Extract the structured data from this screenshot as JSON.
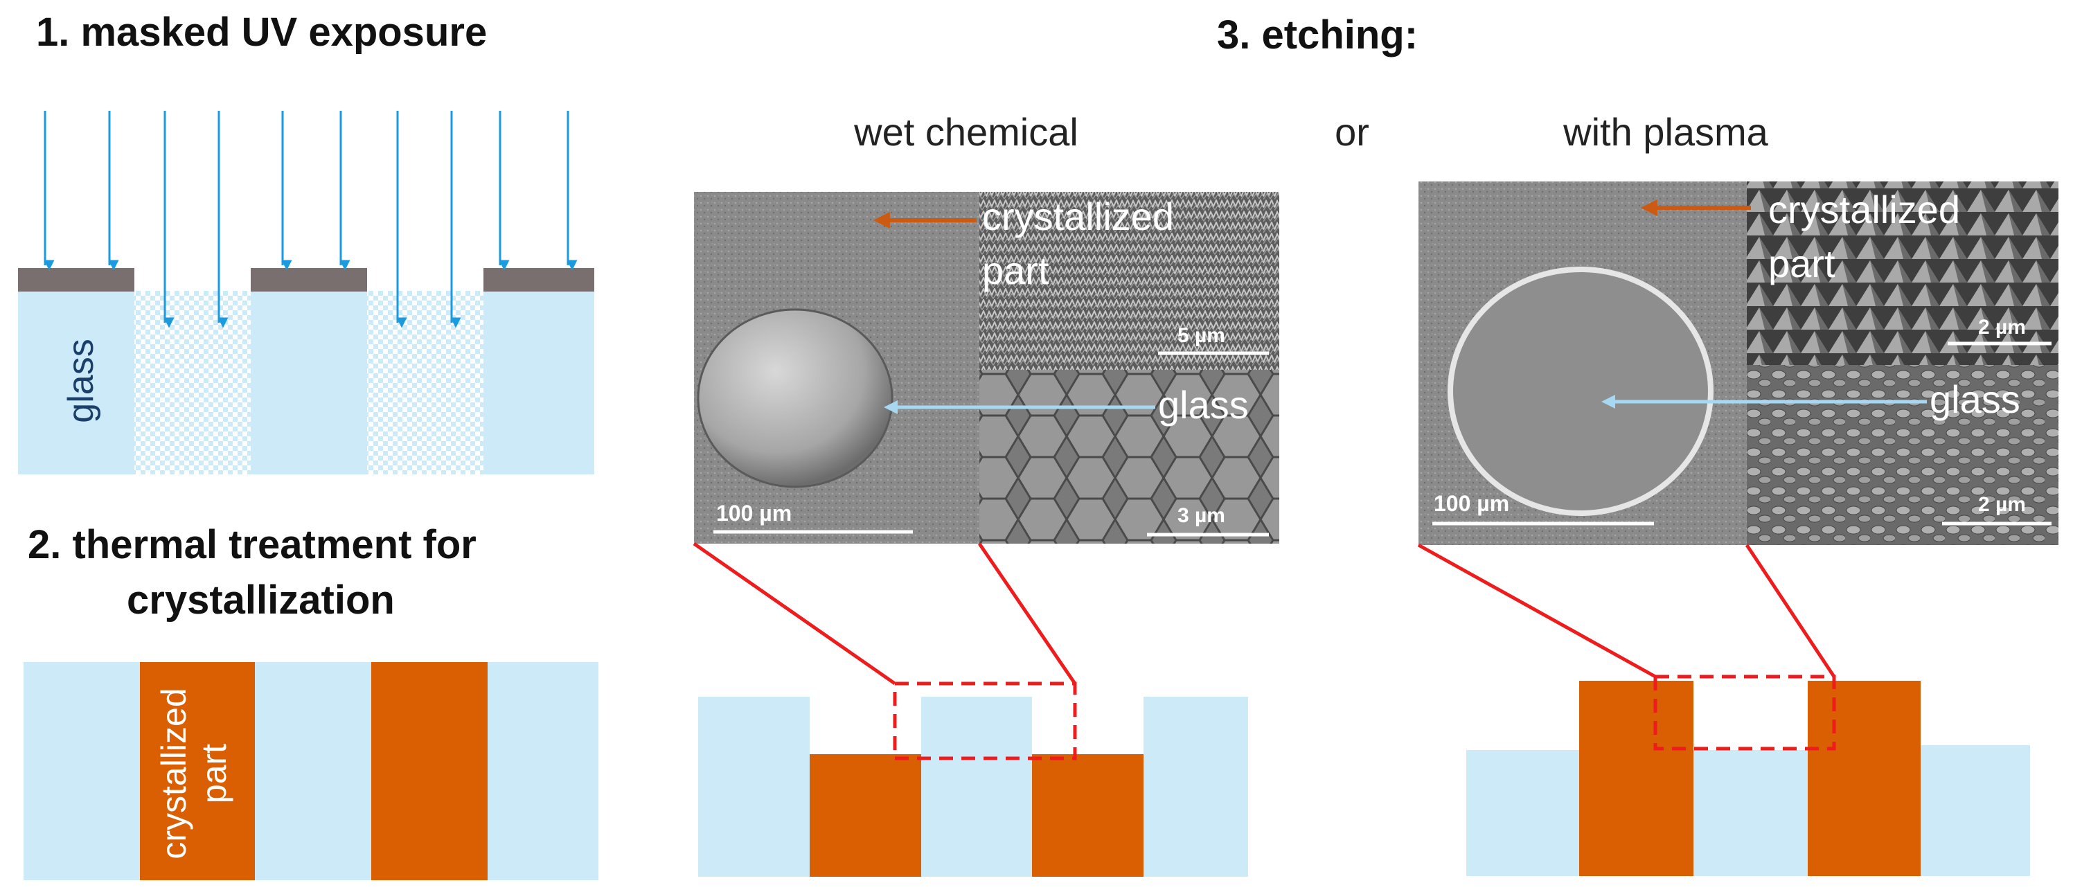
{
  "step1": {
    "title": "1. masked UV exposure",
    "glass_label": "glass"
  },
  "step2": {
    "title_line1": "2. thermal treatment for",
    "title_line2": "crystallization",
    "crystal_label_line1": "crystallized",
    "crystal_label_line2": "part"
  },
  "step3": {
    "title": "3. etching:",
    "or_label": "or",
    "wet": {
      "heading": "wet chemical",
      "crystal_label_line1": "crystallized",
      "crystal_label_line2": "part",
      "glass_label": "glass",
      "scale_main": "100 µm",
      "scale_top": "5 µm",
      "scale_bottom": "3 µm"
    },
    "plasma": {
      "heading": "with plasma",
      "crystal_label_line1": "crystallized",
      "crystal_label_line2": "part",
      "glass_label": "glass",
      "scale_main": "100 µm",
      "scale_top": "2 µm",
      "scale_bottom": "2 µm"
    }
  },
  "colors": {
    "glass": "#cdeaf8",
    "crystal": "#d95f02",
    "mask": "#7a6f6f",
    "uv_arrow": "#1a9be0",
    "zoom_line": "#ee1c1c",
    "label_arrow": "#cc5a12",
    "glass_arrow": "#a7d8f2"
  }
}
